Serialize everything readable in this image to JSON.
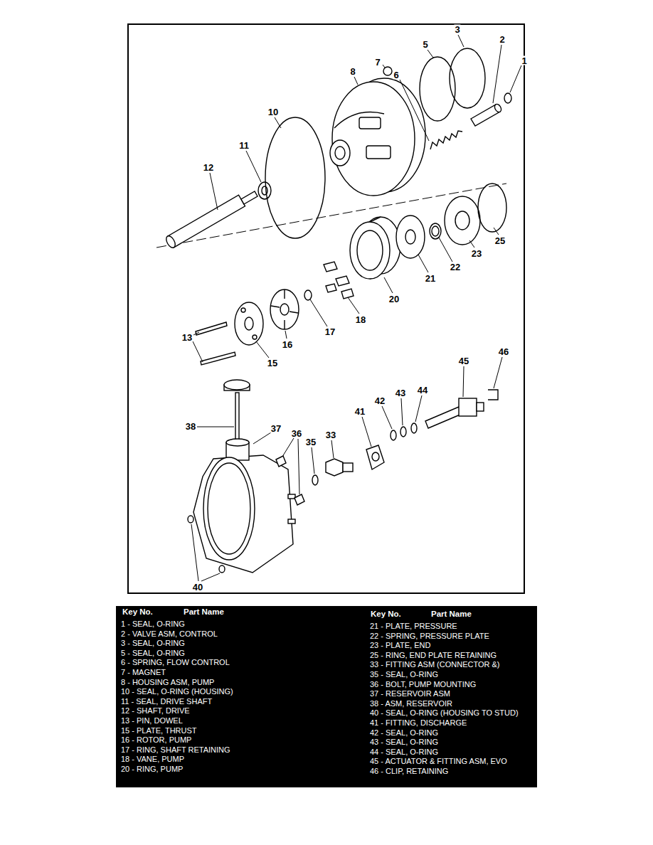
{
  "diagram": {
    "labels": [
      "3",
      "2",
      "5",
      "1",
      "7",
      "6",
      "8",
      "10",
      "11",
      "12",
      "25",
      "23",
      "22",
      "21",
      "20",
      "18",
      "17",
      "16",
      "13",
      "15",
      "46",
      "45",
      "44",
      "43",
      "42",
      "41",
      "38",
      "37",
      "36",
      "35",
      "33",
      "40",
      "Key No.",
      "Part Name",
      "Key No.",
      "Part Name",
      "1 - SEAL, O-RING",
      "2 - VALVE ASM, CONTROL",
      "3 - SEAL, O-RING",
      "5 - SEAL, O-RING",
      "6 - SPRING, FLOW CONTROL",
      "7 - MAGNET",
      "8 - HOUSING ASM, PUMP",
      "10 - SEAL, O-RING (HOUSING)",
      "11 - SEAL, DRIVE SHAFT",
      "12 - SHAFT, DRIVE",
      "13 - PIN, DOWEL",
      "15 - PLATE, THRUST",
      "16 - ROTOR, PUMP",
      "17 - RING, SHAFT RETAINING",
      "18 - VANE, PUMP",
      "20 - RING, PUMP",
      "21 - PLATE, PRESSURE",
      "22 - SPRING, PRESSURE PLATE",
      "23 - PLATE, END",
      "25 - RING, END PLATE RETAINING",
      "33 - FITTING ASM (CONNECTOR &)",
      "35 - SEAL, O-RING",
      "36 - BOLT, PUMP MOUNTING",
      "37 - RESERVOIR ASM",
      "38 - ASM, RESERVOIR",
      "40 - SEAL, O-RING (HOUSING TO STUD)",
      "41 - FITTING, DISCHARGE",
      "42 - SEAL, O-RING",
      "43 - SEAL, O-RING",
      "44 - SEAL, O-RING",
      "45 - ACTUATOR & FITTING ASM, EVO",
      "46 - CLIP, RETAINING"
    ]
  }
}
